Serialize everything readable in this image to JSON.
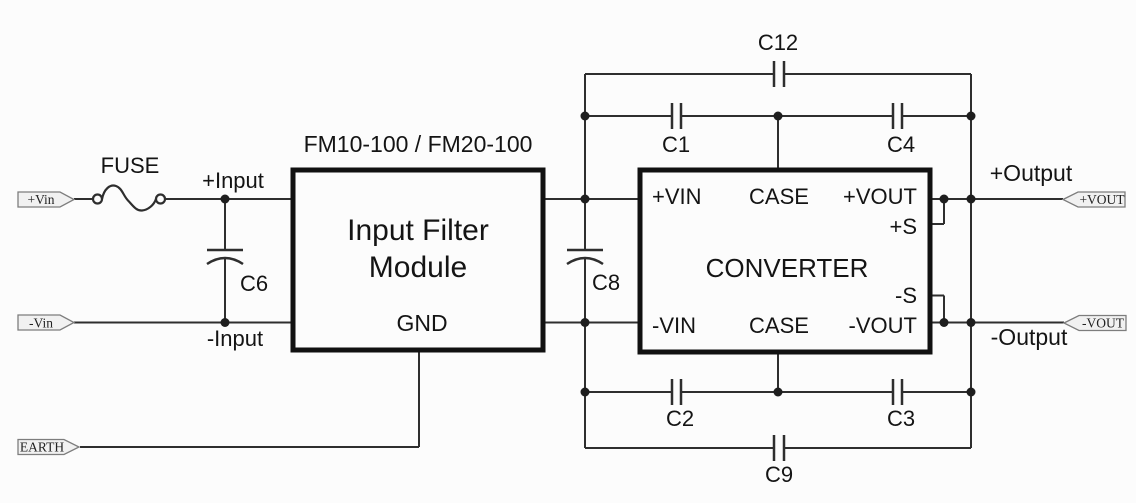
{
  "schematic": {
    "title": "FM10-100 / FM20-100",
    "input_terminals": {
      "vin_pos": "+Vin",
      "vin_neg": "-Vin",
      "earth": "EARTH"
    },
    "output_terminals": {
      "vout_pos": "+VOUT",
      "vout_neg": "-VOUT"
    },
    "labels": {
      "fuse": "FUSE",
      "input_pos": "+Input",
      "input_neg": "-Input",
      "output_pos": "+Output",
      "output_neg": "-Output"
    },
    "filter_module": {
      "name_line1": "Input Filter",
      "name_line2": "Module",
      "gnd_pin": "GND"
    },
    "converter": {
      "name": "CONVERTER",
      "pin_vin_pos": "+VIN",
      "pin_case_top": "CASE",
      "pin_vout_pos": "+VOUT",
      "pin_sense_pos": "+S",
      "pin_sense_neg": "-S",
      "pin_vin_neg": "-VIN",
      "pin_case_bottom": "CASE",
      "pin_vout_neg": "-VOUT"
    },
    "capacitors": {
      "c1": "C1",
      "c2": "C2",
      "c3": "C3",
      "c4": "C4",
      "c6": "C6",
      "c8": "C8",
      "c9": "C9",
      "c12": "C12"
    },
    "colors": {
      "background": "#fcfcfc",
      "wire": "#2e2e2e",
      "component_border": "#111111",
      "tag_fill": "#f1f1f1",
      "tag_border": "#7d7d7d",
      "text": "#141414"
    }
  }
}
